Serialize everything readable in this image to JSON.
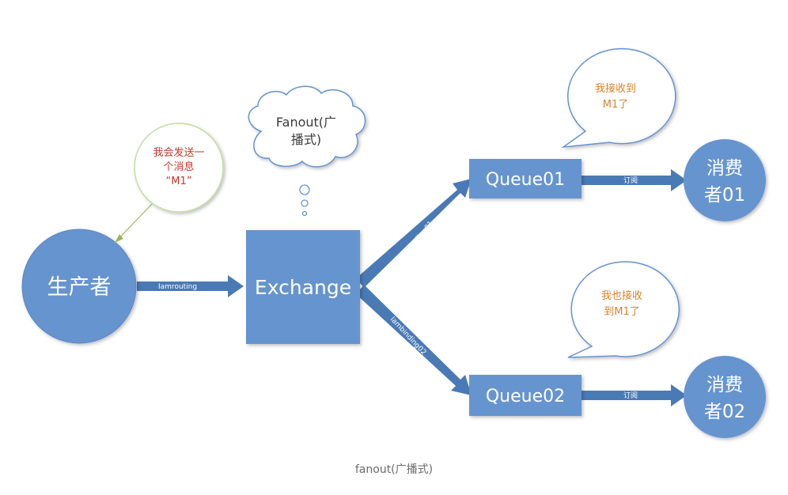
{
  "colors": {
    "node_fill": "#6694cf",
    "arrow_fill": "#4a7ab5",
    "bubble_red_text": "#c0392b",
    "bubble_orange_text": "#d9822b",
    "caption_text": "#6b6b6b"
  },
  "nodes": {
    "producer": "生产者",
    "exchange": "Exchange",
    "queue1": "Queue01",
    "queue2": "Queue02",
    "consumer1": [
      "消费",
      "者01"
    ],
    "consumer2": [
      "消费",
      "者02"
    ]
  },
  "edges": {
    "producer_exchange": "Iamrouting",
    "exchange_queue1": "lambinding01",
    "exchange_queue2": "lambinding02",
    "queue1_consumer1": "订阅",
    "queue2_consumer2": "订阅"
  },
  "bubbles": {
    "producer_says": [
      "我会发送一",
      "个消息",
      "“M1”"
    ],
    "exchange_thought": [
      "Fanout(广",
      "播式)"
    ],
    "consumer1_says": [
      "我接收到",
      "M1了"
    ],
    "consumer2_says": [
      "我也接收",
      "到M1了"
    ]
  },
  "caption": "fanout(广播式)"
}
